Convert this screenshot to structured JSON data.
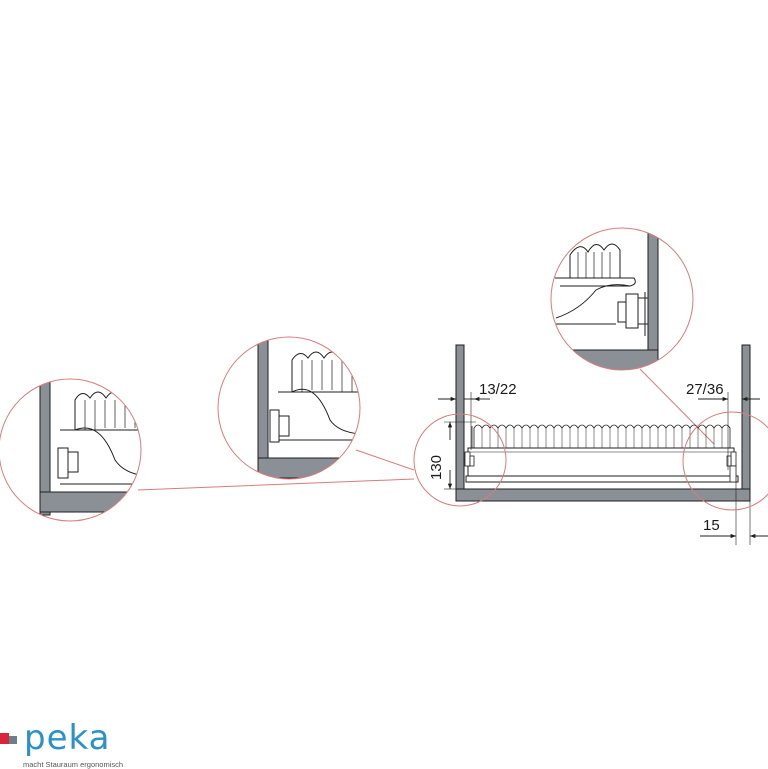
{
  "dimensions": {
    "left_gap": "13/22",
    "right_gap": "27/36",
    "height": "130",
    "side_offset": "15"
  },
  "logo": {
    "wordmark": "peka",
    "tagline": "macht Stauraum ergonomisch"
  },
  "colors": {
    "line": "#1f1f1f",
    "panel": "#8b9096",
    "callout": "#d97b7b",
    "brand_blue": "#2a92c9",
    "brand_red": "#d9243a"
  }
}
